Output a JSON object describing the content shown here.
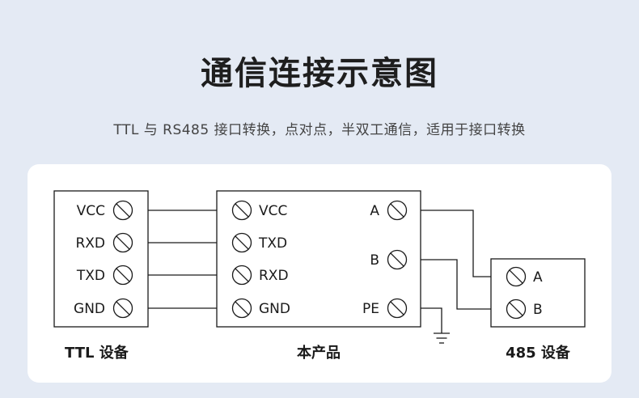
{
  "title": "通信连接示意图",
  "subtitle": "TTL 与 RS485 接口转换，点对点，半双工通信，适用于接口转换",
  "ttl_device": {
    "pins": [
      "VCC",
      "RXD",
      "TXD",
      "GND"
    ],
    "label": "TTL 设备"
  },
  "product": {
    "left_pins": [
      "VCC",
      "TXD",
      "RXD",
      "GND"
    ],
    "right_pins": [
      "A",
      "B",
      "PE"
    ],
    "label": "本产品"
  },
  "rs485_device": {
    "pins": [
      "A",
      "B"
    ],
    "label": "485 设备"
  },
  "colors": {
    "background": "#e4eaf4",
    "card": "#ffffff",
    "line": "#1a1a1a"
  }
}
